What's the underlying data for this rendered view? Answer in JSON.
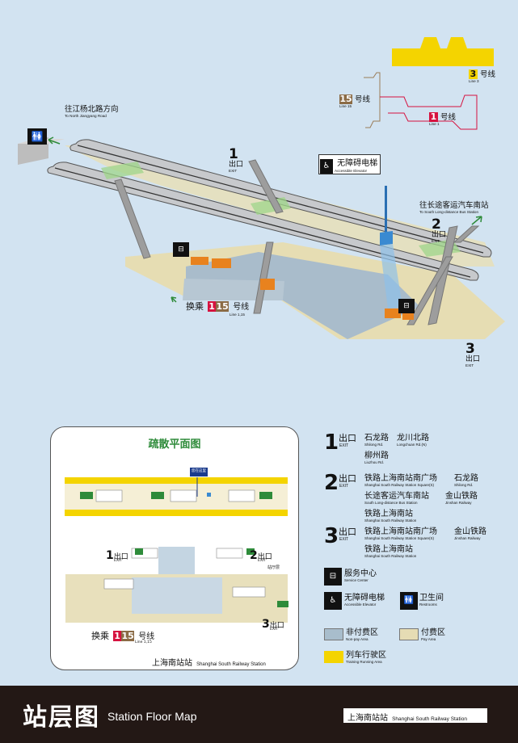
{
  "map": {
    "line3_label": "号线",
    "line3_num": "3",
    "line3_en": "Line 3",
    "line15_label": "号线",
    "line15_num": "15",
    "line15_en": "Line 15",
    "line1_label": "号线",
    "line1_num": "1",
    "line1_en": "Line 1",
    "north_cn": "往江杨北路方向",
    "north_en": "To North Jiangyang Road",
    "south_cn": "往长途客运汽车南站",
    "south_en": "To South Long-distance Bus Station",
    "elevator_cn": "无障碍电梯",
    "elevator_en": "Accessible Elevator",
    "transfer_cn": "换乘",
    "transfer_line_a": "1",
    "transfer_line_b": "15",
    "transfer_suffix": "号线",
    "transfer_en": "Line 1,15",
    "exit_cn": "出口",
    "exit_en": "EXIT",
    "exit1": "1",
    "exit2": "2",
    "exit3": "3"
  },
  "evac": {
    "title": "疏散平面图",
    "you_are_here": "您在这里",
    "hall_label": "站厅层",
    "station_cn": "上海南站站",
    "station_en": "Shanghai South Railway Station",
    "transfer_cn": "换乘",
    "transfer_line_a": "1",
    "transfer_line_b": "15",
    "transfer_suffix": "号线",
    "transfer_en": "Line 1,15",
    "exit_cn": "出口",
    "exit_en": "EXIT"
  },
  "legend": {
    "exit_cn": "出口",
    "exit_en": "EXIT",
    "exits": [
      {
        "num": "1",
        "dests": [
          {
            "cn": "石龙路",
            "en": "Shilong Rd."
          },
          {
            "cn": "龙川北路",
            "en": "Longchuan Rd.(N)"
          },
          {
            "cn": "柳州路",
            "en": "Liuzhou Rd."
          }
        ]
      },
      {
        "num": "2",
        "dests": [
          {
            "cn": "铁路上海南站南广场",
            "en": "Shanghai South Railway Station Square(S)"
          },
          {
            "cn": "石龙路",
            "en": "Shilong Rd."
          },
          {
            "cn": "长途客运汽车南站",
            "en": "South Long-distance Bus Station"
          },
          {
            "cn": "金山铁路",
            "en": "Jinshan Railway"
          },
          {
            "cn": "铁路上海南站",
            "en": "Shanghai South Railway Station"
          }
        ]
      },
      {
        "num": "3",
        "dests": [
          {
            "cn": "铁路上海南站南广场",
            "en": "Shanghai South Railway Station Square(S)"
          },
          {
            "cn": "金山铁路",
            "en": "Jinshan Railway"
          },
          {
            "cn": "铁路上海南站",
            "en": "Shanghai South Railway Station"
          }
        ]
      }
    ],
    "service_cn": "服务中心",
    "service_en": "Service Center",
    "elevator_cn": "无障碍电梯",
    "elevator_en": "Accessible Elevator",
    "restroom_cn": "卫生间",
    "restroom_en": "Restrooms",
    "nonpay_cn": "非付费区",
    "nonpay_en": "Non-pay Area",
    "pay_cn": "付费区",
    "pay_en": "Pay Area",
    "track_cn": "列车行驶区",
    "track_en": "Training Running Area",
    "colors": {
      "nonpay": "#a8bdcc",
      "pay": "#e6dcb4",
      "track": "#f4d400"
    }
  },
  "footer": {
    "title_cn": "站层图",
    "title_en": "Station Floor Map",
    "station_cn": "上海南站站",
    "station_en": "Shanghai South Railway Station"
  },
  "colors": {
    "line1": "#d6123f",
    "line15": "#8b6b45",
    "line3": "#f4d400",
    "bg": "#d2e3f1"
  }
}
